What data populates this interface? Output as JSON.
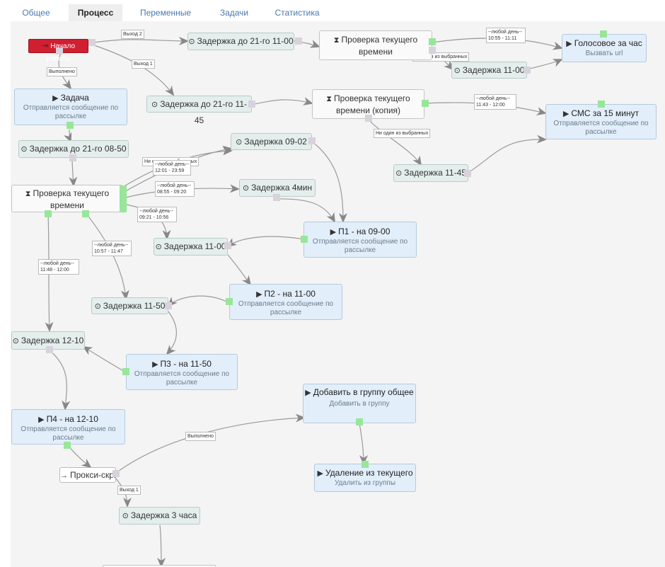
{
  "tabs": [
    {
      "label": "Общее",
      "active": false
    },
    {
      "label": "Процесс",
      "active": true
    },
    {
      "label": "Переменные",
      "active": false
    },
    {
      "label": "Задачи",
      "active": false
    },
    {
      "label": "Статистика",
      "active": false
    }
  ],
  "icons": {
    "clock": "⊙",
    "hourglass": "⧗",
    "play": "▶",
    "exit": "⇥",
    "arrow": "→"
  },
  "colors": {
    "start": "#cf1f31",
    "port_green": "#98e69a",
    "port_grey": "#d8d2dc",
    "delay_bg": "#e4eeec",
    "action_bg": "#e2eefa",
    "tab_link": "#4a78b0"
  },
  "nodes": {
    "start": {
      "title": "Начало работы"
    },
    "task": {
      "title": "Задача",
      "sub": "Отправляется сообщение по рассылке"
    },
    "delay_21_0850": {
      "title": "Задержка до 21-го 08-50"
    },
    "check_main": {
      "title": "Проверка текущего времени"
    },
    "delay_21_1100": {
      "title": "Задержка до 21-го 11-00"
    },
    "check_top": {
      "title": "Проверка текущего времени"
    },
    "delay_1100_top": {
      "title": "Задержка 11-00"
    },
    "voice": {
      "title": "Голосовое за час",
      "sub": "Вызвать url"
    },
    "delay_21_1145": {
      "title": "Задержка до 21-го 11-45"
    },
    "check_copy": {
      "title": "Проверка текущего времени (копия)"
    },
    "sms": {
      "title": "СМС за 15 минут",
      "sub": "Отправляется сообщение по рассылке"
    },
    "delay_1145": {
      "title": "Задержка 11-45"
    },
    "delay_0902": {
      "title": "Задержка 09-02"
    },
    "delay_4min": {
      "title": "Задержка 4мин"
    },
    "p1": {
      "title": "П1 - на 09-00",
      "sub": "Отправляется сообщение по рассылке"
    },
    "delay_1100": {
      "title": "Задержка 11-00"
    },
    "p2": {
      "title": "П2 - на 11-00",
      "sub": "Отправляется сообщение по рассылке"
    },
    "delay_1150": {
      "title": "Задержка 11-50"
    },
    "delay_1210": {
      "title": "Задержка 12-10"
    },
    "p3": {
      "title": "П3 - на 11-50",
      "sub": "Отправляется сообщение по рассылке"
    },
    "p4": {
      "title": "П4 - на 12-10",
      "sub": "Отправляется сообщение по рассылке"
    },
    "add_group": {
      "title": "Добавить в группу общее",
      "sub": "Добавить в группу"
    },
    "remove_group": {
      "title": "Удаление из текущего",
      "sub": "Удалить из группы"
    },
    "proxy": {
      "title": "Прокси-скрипт"
    },
    "delay_3h": {
      "title": "Задержка 3 часа"
    }
  },
  "labels": {
    "exit2": "Выход 2",
    "exit1": "Выход 1",
    "done1": "Выполнено",
    "any_1055": "--любой день-- 10:55 - 11:11",
    "none1": "Ни один из выбранных",
    "any_1143": "--любой день-- 11:43 - 12:00",
    "none2": "Ни один из выбранных",
    "none3": "Ни один из выбранных",
    "any_1201": "--любой день-- 12:01 - 23:59",
    "any_0855": "--любой день-- 08:55 - 09:20",
    "any_0921": "--любой день-- 09:21 - 10:56",
    "any_1057": "--любой день-- 10:57 - 11:47",
    "any_1148": "--любой день-- 11:48 - 12:00",
    "done2": "Выполнено",
    "exit1b": "Выход 1"
  }
}
